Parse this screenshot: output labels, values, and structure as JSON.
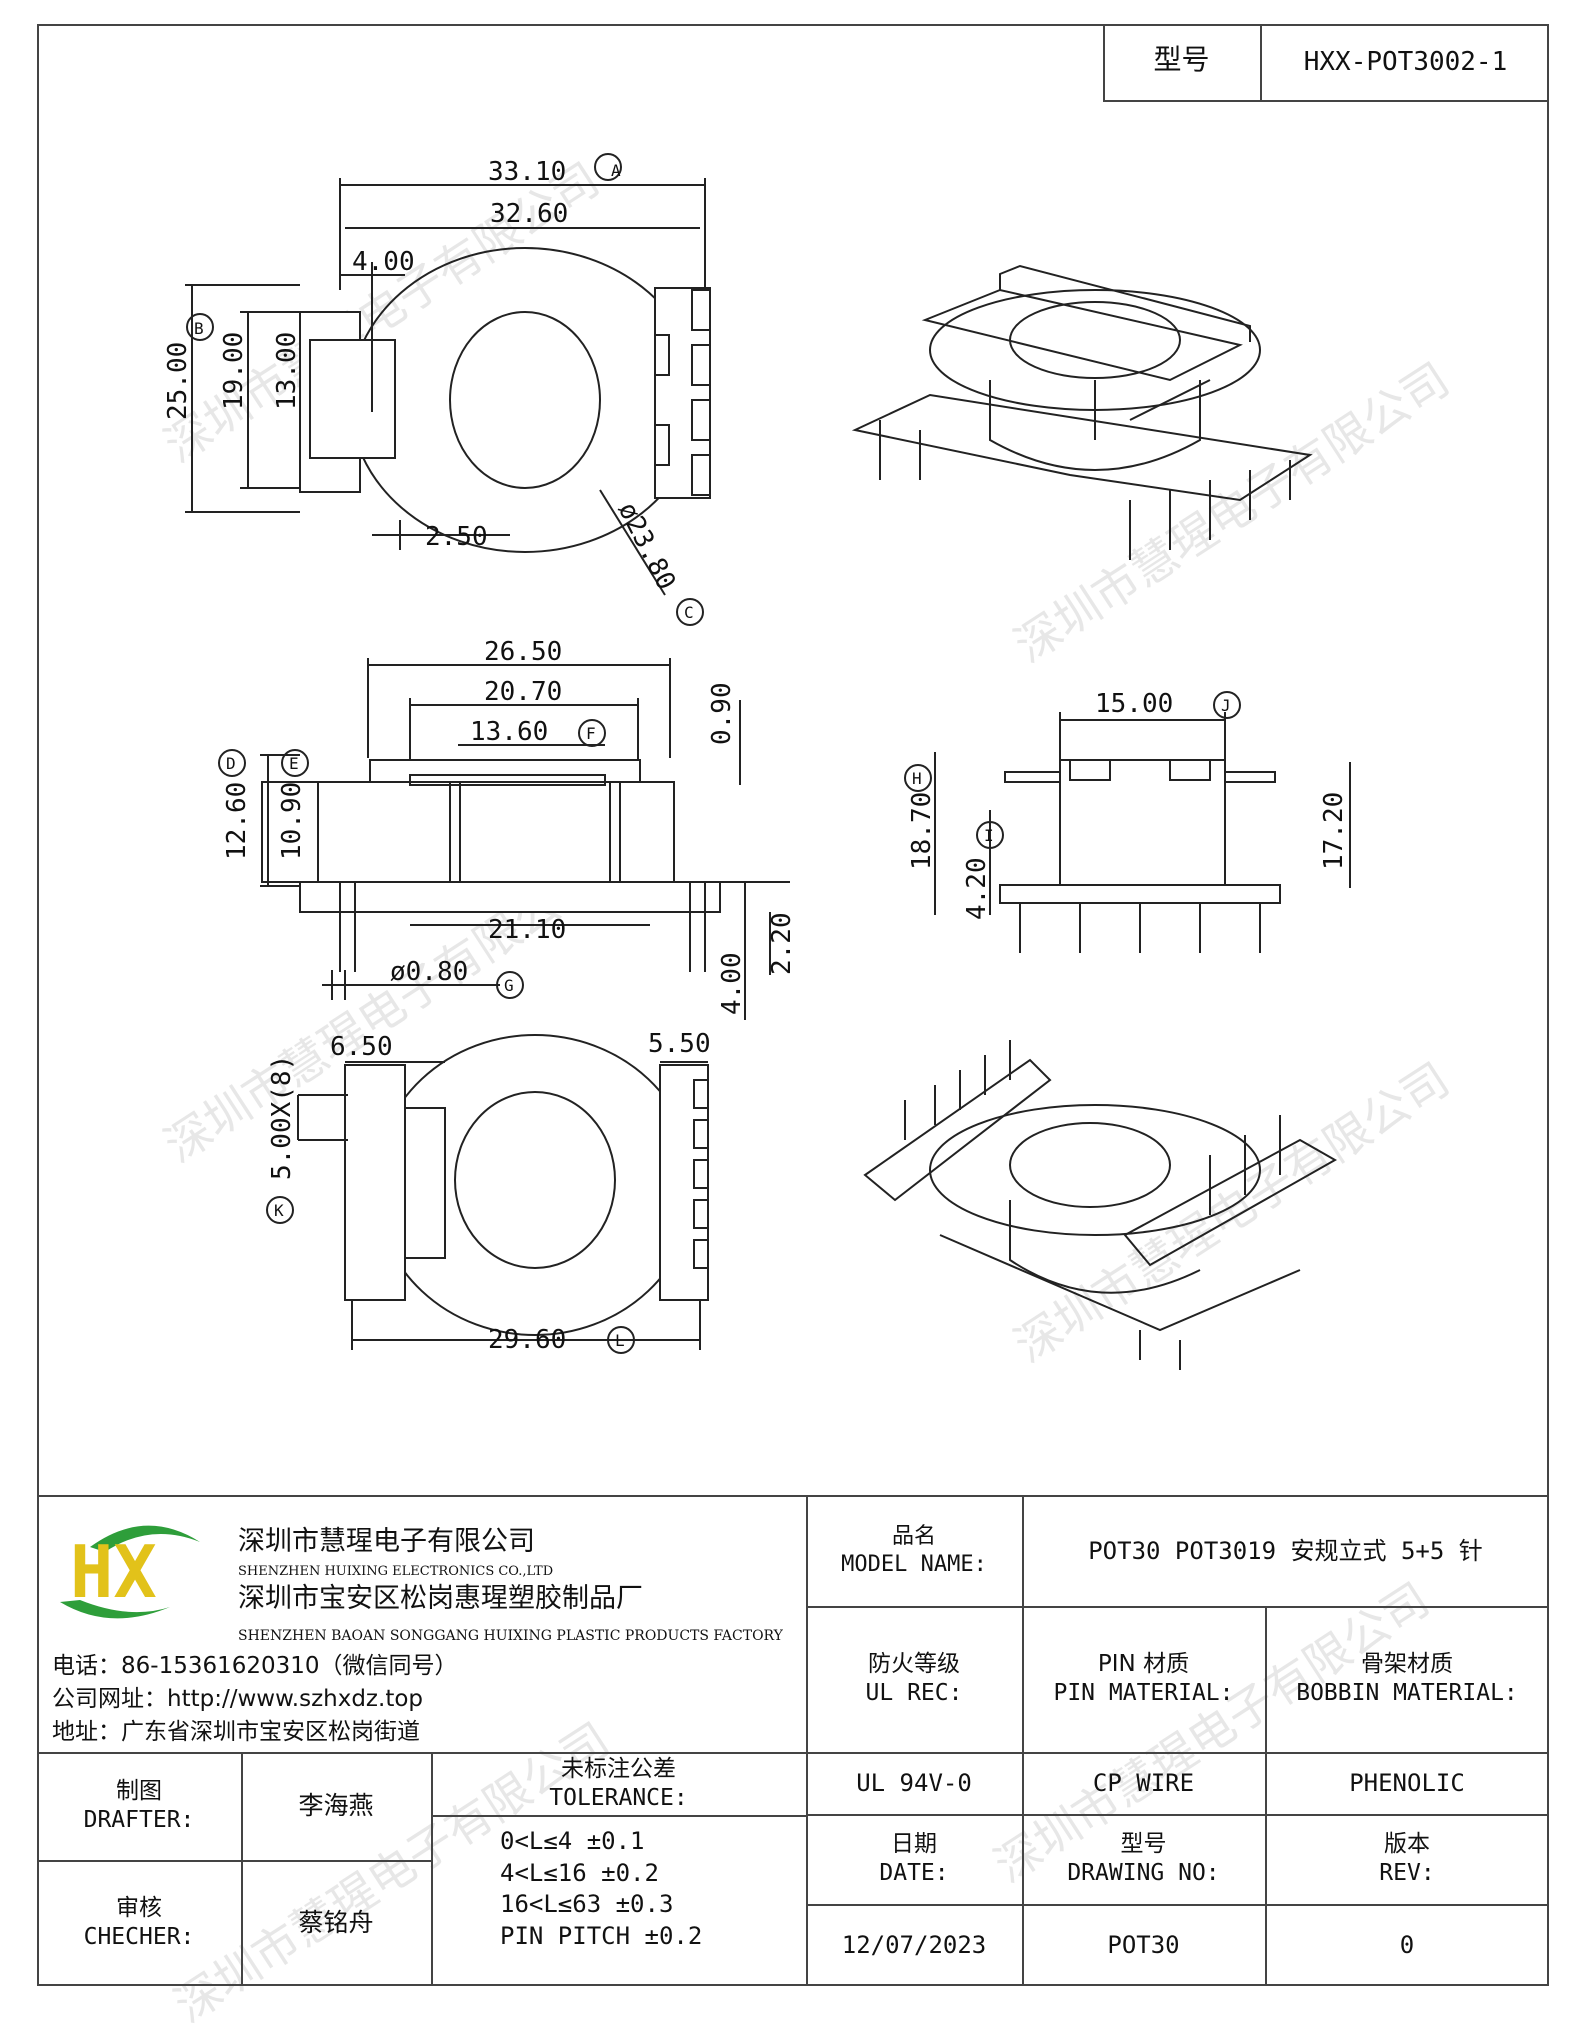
{
  "header": {
    "model_label": "型号",
    "model_value": "HXX-POT3002-1"
  },
  "watermark": "深圳市慧瑆电子有限公司",
  "drawing": {
    "top_view": {
      "dim_a": "33.10",
      "dim_a_tag": "A",
      "dim_w": "32.60",
      "dim_slot": "4.00",
      "dim_b": "25.00",
      "dim_b_tag": "B",
      "dim_19": "19.00",
      "dim_13": "13.00",
      "dim_250": "2.50",
      "dim_dia": "ø23.80",
      "dim_dia_tag": "C"
    },
    "front_view": {
      "dim_2650": "26.50",
      "dim_2070": "20.70",
      "dim_1360": "13.60",
      "dim_1360_tag": "F",
      "dim_090": "0.90",
      "tag_d": "D",
      "tag_e": "E",
      "dim_1260": "12.60",
      "dim_1090": "10.90",
      "dim_2110": "21.10",
      "dim_pin": "ø0.80",
      "dim_pin_tag": "G",
      "dim_220": "2.20",
      "dim_400": "4.00"
    },
    "side_view": {
      "dim_1500": "15.00",
      "dim_1500_tag": "J",
      "dim_1870": "18.70",
      "dim_1870_tag": "H",
      "dim_420": "4.20",
      "dim_420_tag": "I",
      "dim_1720": "17.20"
    },
    "bottom_view": {
      "dim_650": "6.50",
      "dim_550": "5.50",
      "dim_pitch": "5.00X(8)",
      "dim_pitch_tag": "K",
      "dim_2960": "29.60",
      "dim_2960_tag": "L"
    }
  },
  "company": {
    "logo_letters": "HX",
    "name_cn": "深圳市慧瑆电子有限公司",
    "name_en": "SHENZHEN HUIXING ELECTRONICS CO.,LTD",
    "factory_cn": "深圳市宝安区松岗惠瑆塑胶制品厂",
    "factory_en": "SHENZHEN BAOAN SONGGANG HUIXING PLASTIC PRODUCTS FACTORY",
    "phone": "电话：86-15361620310（微信同号）",
    "website": "公司网址：http://www.szhxdz.top",
    "address": "地址：广东省深圳市宝安区松岗街道"
  },
  "title_block": {
    "model_name_cn": "品名",
    "model_name_en": "MODEL NAME:",
    "model_name_value": "POT30 POT3019 安规立式 5+5 针",
    "ul_cn": "防火等级",
    "ul_en": "UL REC:",
    "pin_cn": "PIN 材质",
    "pin_en": "PIN MATERIAL:",
    "bobbin_cn": "骨架材质",
    "bobbin_en": "BOBBIN MATERIAL:",
    "ul_value": "UL 94V-0",
    "pin_value": "CP WIRE",
    "bobbin_value": "PHENOLIC",
    "date_cn": "日期",
    "date_en": "DATE:",
    "dwg_cn": "型号",
    "dwg_en": "DRAWING NO:",
    "rev_cn": "版本",
    "rev_en": "REV:",
    "date_value": "12/07/2023",
    "dwg_value": "POT30",
    "rev_value": "0",
    "drafter_cn": "制图",
    "drafter_en": "DRAFTER:",
    "drafter_name": "李海燕",
    "checker_cn": "审核",
    "checker_en": "CHECHER:",
    "checker_name": "蔡铭舟",
    "tolerance_cn": "未标注公差",
    "tolerance_en": "TOLERANCE:",
    "tol_1": "0<L≤4  ±0.1",
    "tol_2": "4<L≤16 ±0.2",
    "tol_3": "16<L≤63 ±0.3",
    "tol_4": "PIN PITCH ±0.2"
  },
  "colors": {
    "logo_green": "#2e9e3a",
    "logo_yellow": "#e2c21a",
    "line": "#444444"
  }
}
